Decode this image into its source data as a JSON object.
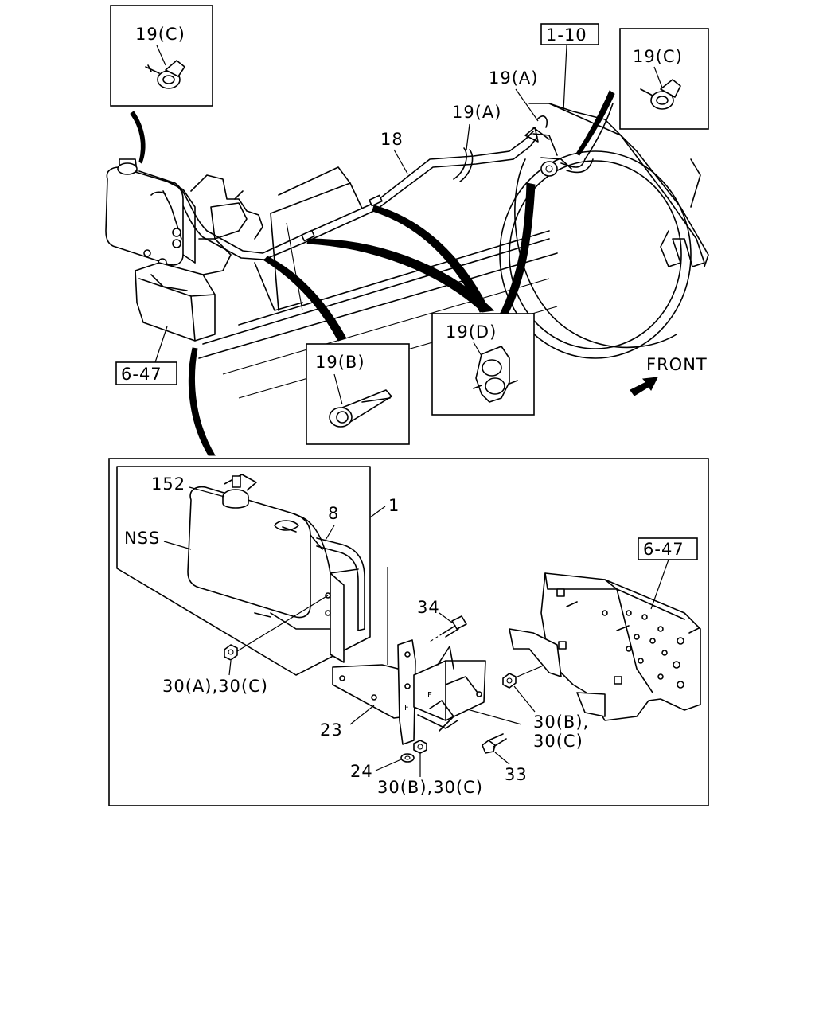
{
  "callouts": {
    "clamp_c_top_left": "19(C)",
    "clamp_c_top_right": "19(C)",
    "clamp_a_upper": "19(A)",
    "clamp_a_lower": "19(A)",
    "clamp_b": "19(B)",
    "clamp_d": "19(D)",
    "hose_18": "18"
  },
  "references": {
    "fan_shroud": "1-10",
    "bracket_top": "6-47",
    "bracket_detail": "6-47"
  },
  "direction": {
    "label": "FRONT"
  },
  "detail": {
    "cap": "152",
    "tank_assembly": "1",
    "hose_8": "8",
    "nss": "NSS",
    "nut_a_c": "30(A),30(C)",
    "bolt_34": "34",
    "bracket_23": "23",
    "washer_24": "24",
    "nut_b_c_bottom": "30(B),30(C)",
    "nut_b_c_right_1": "30(B),",
    "nut_b_c_right_2": "30(C)",
    "bolt_33": "33"
  }
}
